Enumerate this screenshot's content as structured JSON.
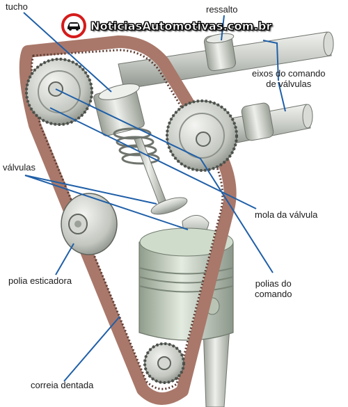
{
  "watermark": {
    "text": "NoticiasAutomotivas.com.br",
    "logo_icon": "car-icon",
    "logo_color": "#d51b1b"
  },
  "labels": {
    "tucho": "tucho",
    "ressalto": "ressalto",
    "eixos_line1": "eixos do comando",
    "eixos_line2": "de válvulas",
    "valvulas": "válvulas",
    "mola": "mola da válvula",
    "polia_esticadora": "polia esticadora",
    "polias_line1": "polias do",
    "polias_line2": "comando",
    "correia": "correia dentada"
  },
  "colors": {
    "leader_line": "#1f5fa8",
    "belt": "#a9786a",
    "metal": "#c9cdc8",
    "piston": "#b9c8b4"
  }
}
